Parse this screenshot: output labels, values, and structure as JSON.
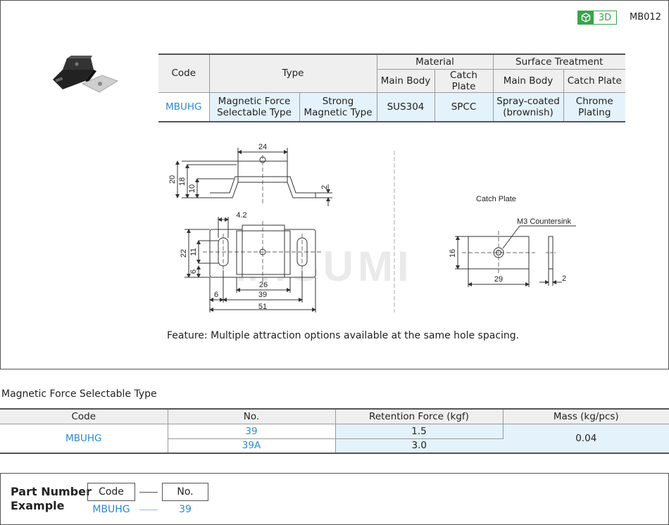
{
  "header": {
    "badge_3d": "3D",
    "product_code": "MB012"
  },
  "spec_table": {
    "col_code": "Code",
    "col_type": "Type",
    "col_material": "Material",
    "col_surface": "Surface Treatment",
    "sub_main_body": "Main Body",
    "sub_catch_plate": "Catch Plate",
    "row": {
      "code": "MBUHG",
      "type_1_line1": "Magnetic Force",
      "type_1_line2": "Selectable Type",
      "type_2_line1": "Strong",
      "type_2_line2": "Magnetic Type",
      "mat_main": "SUS304",
      "mat_catch": "SPCC",
      "surf_main_line1": "Spray-coated",
      "surf_main_line2": "(brownish)",
      "surf_catch_line1": "Chrome",
      "surf_catch_line2": "Plating"
    }
  },
  "drawing": {
    "dim_24": "24",
    "dim_20": "20",
    "dim_18": "18",
    "dim_10": "10",
    "dim_2a": "2",
    "dim_4_2": "4.2",
    "dim_22": "22",
    "dim_11": "11",
    "dim_6a": "6",
    "dim_26": "26",
    "dim_6b": "6",
    "dim_39": "39",
    "dim_51": "51",
    "catch_title": "Catch Plate",
    "countersink": "M3 Countersink",
    "dim_16": "16",
    "dim_29": "29",
    "dim_2b": "2",
    "watermark": "MISUMI"
  },
  "feature_text": "Feature: Multiple attraction options available at the same hole spacing.",
  "force_section": {
    "title": "Magnetic Force Selectable Type",
    "headers": [
      "Code",
      "No.",
      "Retention Force (kgf)",
      "Mass (kg/pcs)"
    ],
    "code": "MBUHG",
    "rows": [
      {
        "no": "39",
        "force": "1.5"
      },
      {
        "no": "39A",
        "force": "3.0"
      }
    ],
    "mass": "0.04"
  },
  "part_number": {
    "title_line1": "Part Number",
    "title_line2": "Example",
    "box_code": "Code",
    "box_no": "No.",
    "val_code": "MBUHG",
    "val_no": "39"
  },
  "colors": {
    "accent_blue": "#2a8ad0",
    "badge_green": "#3aa34a",
    "cell_fill": "#e4f2fb"
  }
}
